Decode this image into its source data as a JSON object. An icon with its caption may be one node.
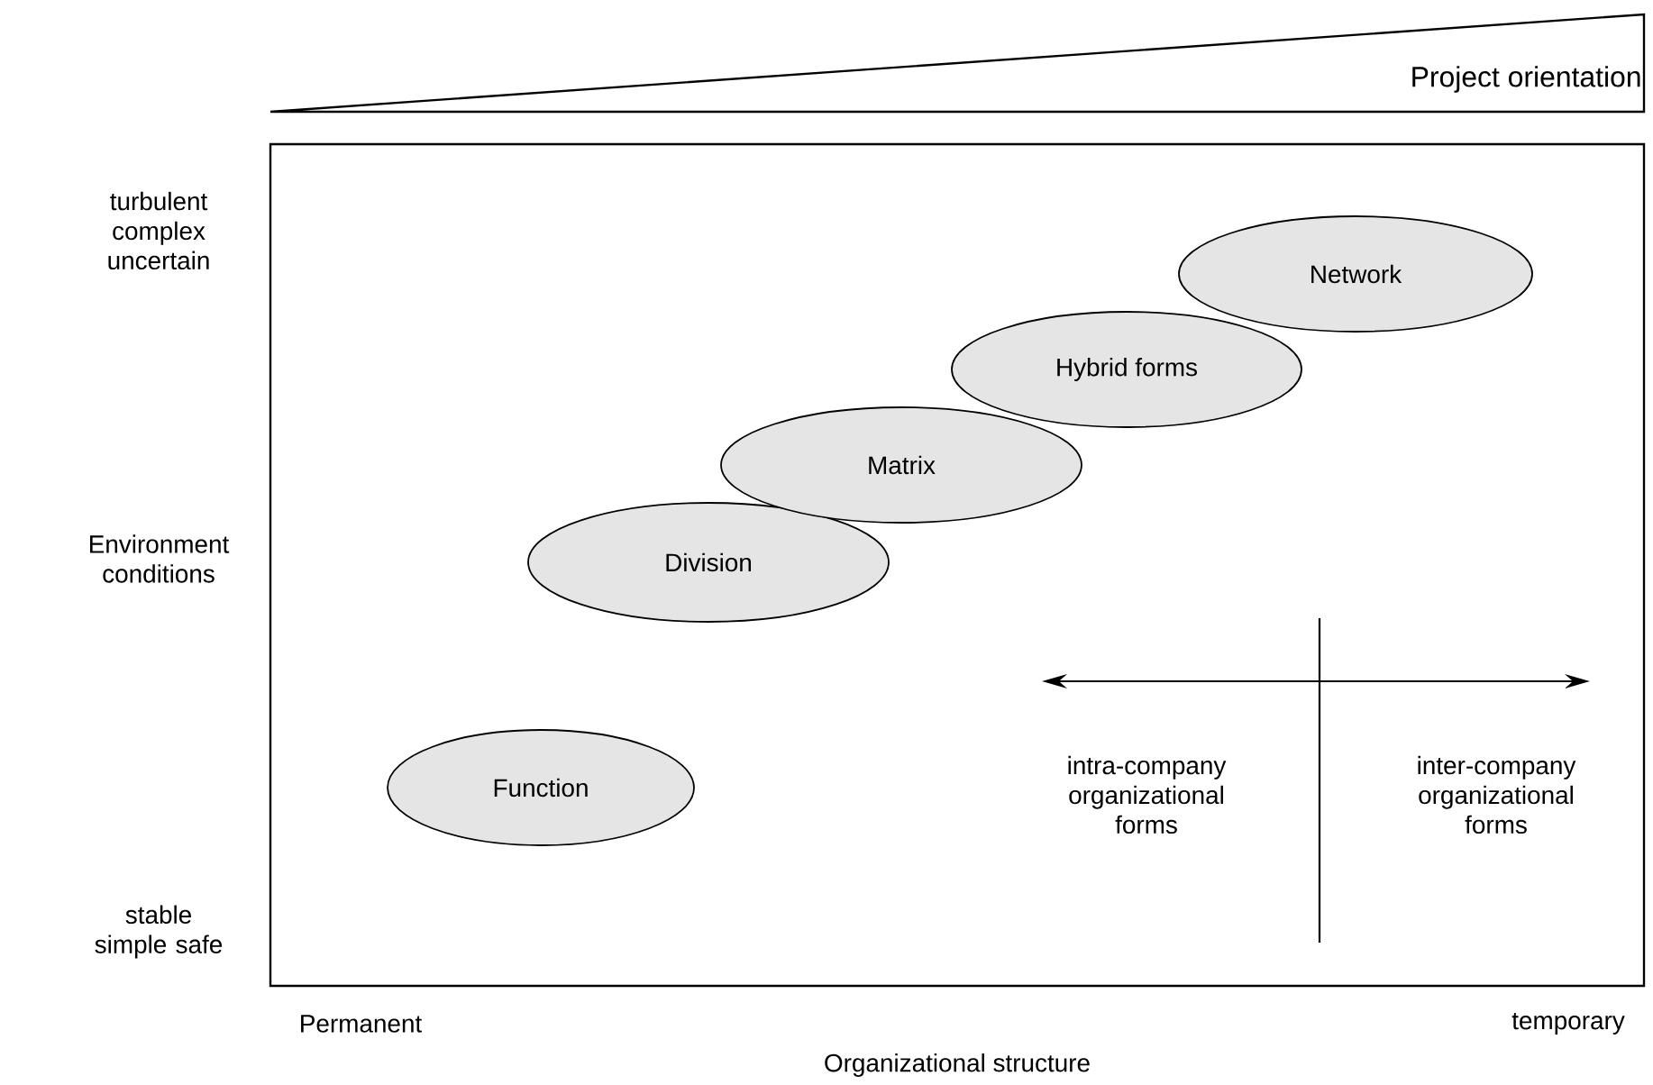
{
  "diagram": {
    "nodes": [
      {
        "text": [
          "Function"
        ]
      },
      {
        "text": [
          "Division"
        ]
      },
      {
        "text": [
          "Matrix"
        ]
      },
      {
        "text": [
          "Hybrid forms"
        ]
      },
      {
        "text": [
          "Network"
        ]
      }
    ],
    "labels": [
      "Project orientation",
      "turbulent complex uncertain",
      "Environment conditions",
      "stable simple safe",
      "intra-company organizational forms",
      "inter-company organizational forms",
      "Permanent",
      "temporary",
      "Organizational structure"
    ]
  }
}
